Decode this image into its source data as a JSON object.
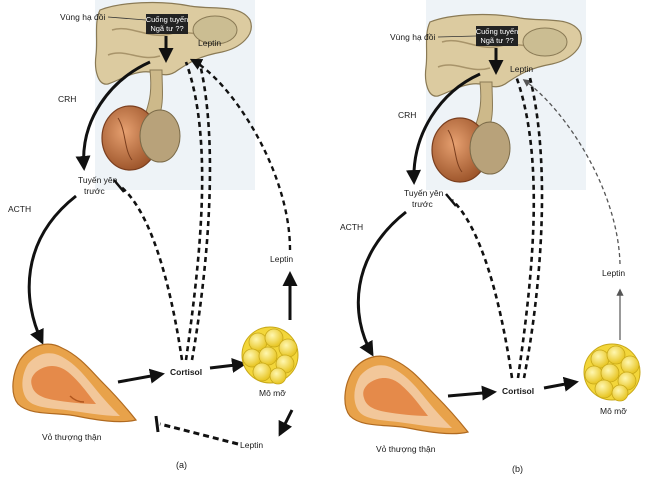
{
  "panels": [
    {
      "id": "a",
      "caption": "(a)",
      "labels": {
        "hypothalamus": "Vùng hạ đồi",
        "pituitary_stalk_top": "Cuống tuyến",
        "pituitary_stalk_bot": "Ngã tư ??",
        "leptin_top": "Leptin",
        "crh": "CRH",
        "anterior_pituitary_1": "Tuyến yên",
        "anterior_pituitary_2": "trước",
        "acth": "ACTH",
        "leptin_right": "Leptin",
        "cortisol": "Cortisol",
        "adipose": "Mô mỡ",
        "adrenal_cortex": "Vỏ thượng thận",
        "leptin_bottom": "Leptin"
      }
    },
    {
      "id": "b",
      "caption": "(b)",
      "labels": {
        "hypothalamus": "Vùng hạ đồi",
        "pituitary_stalk_top": "Cuống tuyến",
        "pituitary_stalk_bot": "Ngã tư ??",
        "leptin_top": "Leptin",
        "crh": "CRH",
        "anterior_pituitary_1": "Tuyến yên",
        "anterior_pituitary_2": "trước",
        "acth": "ACTH",
        "leptin_right": "Leptin",
        "cortisol": "Cortisol",
        "adipose": "Mô mỡ",
        "adrenal_cortex": "Vỏ thượng thận"
      }
    }
  ],
  "colors": {
    "brain_fill": "#d9c9a0",
    "brain_stroke": "#8a7a55",
    "pituitary_fill": "#c77a45",
    "pituitary_dark": "#9a5228",
    "adrenal_outer": "#e8a24a",
    "adrenal_inner": "#f2c79a",
    "adrenal_core": "#e07a3a",
    "fat_fill": "#f6e04a",
    "fat_stroke": "#c8a818",
    "arrow": "#111111"
  },
  "icons": {
    "hypothalamus": "brain-icon",
    "pituitary": "pituitary-gland-icon",
    "adrenal": "adrenal-gland-icon",
    "adipose": "fat-cells-icon"
  }
}
